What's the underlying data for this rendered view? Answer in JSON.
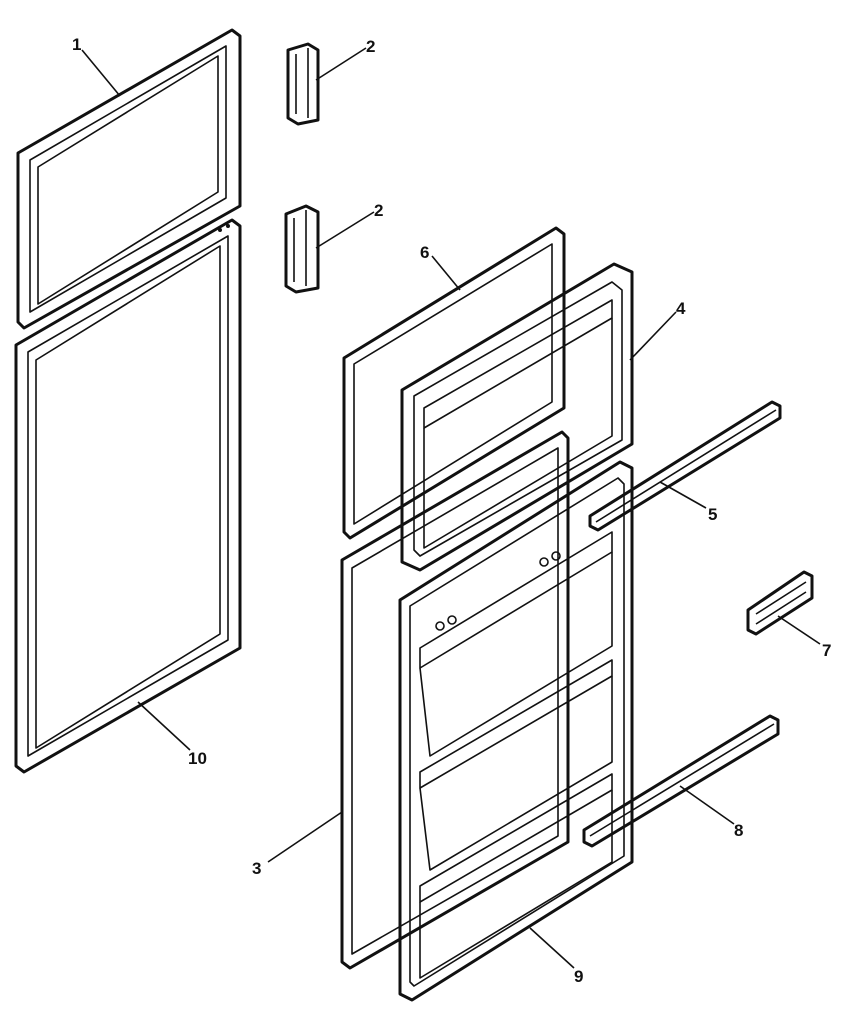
{
  "callouts": {
    "c1": "1",
    "c2a": "2",
    "c2b": "2",
    "c3": "3",
    "c4": "4",
    "c5": "5",
    "c6": "6",
    "c7": "7",
    "c8": "8",
    "c9": "9",
    "c10": "10"
  },
  "colors": {
    "line": "#111111",
    "background": "#ffffff"
  }
}
